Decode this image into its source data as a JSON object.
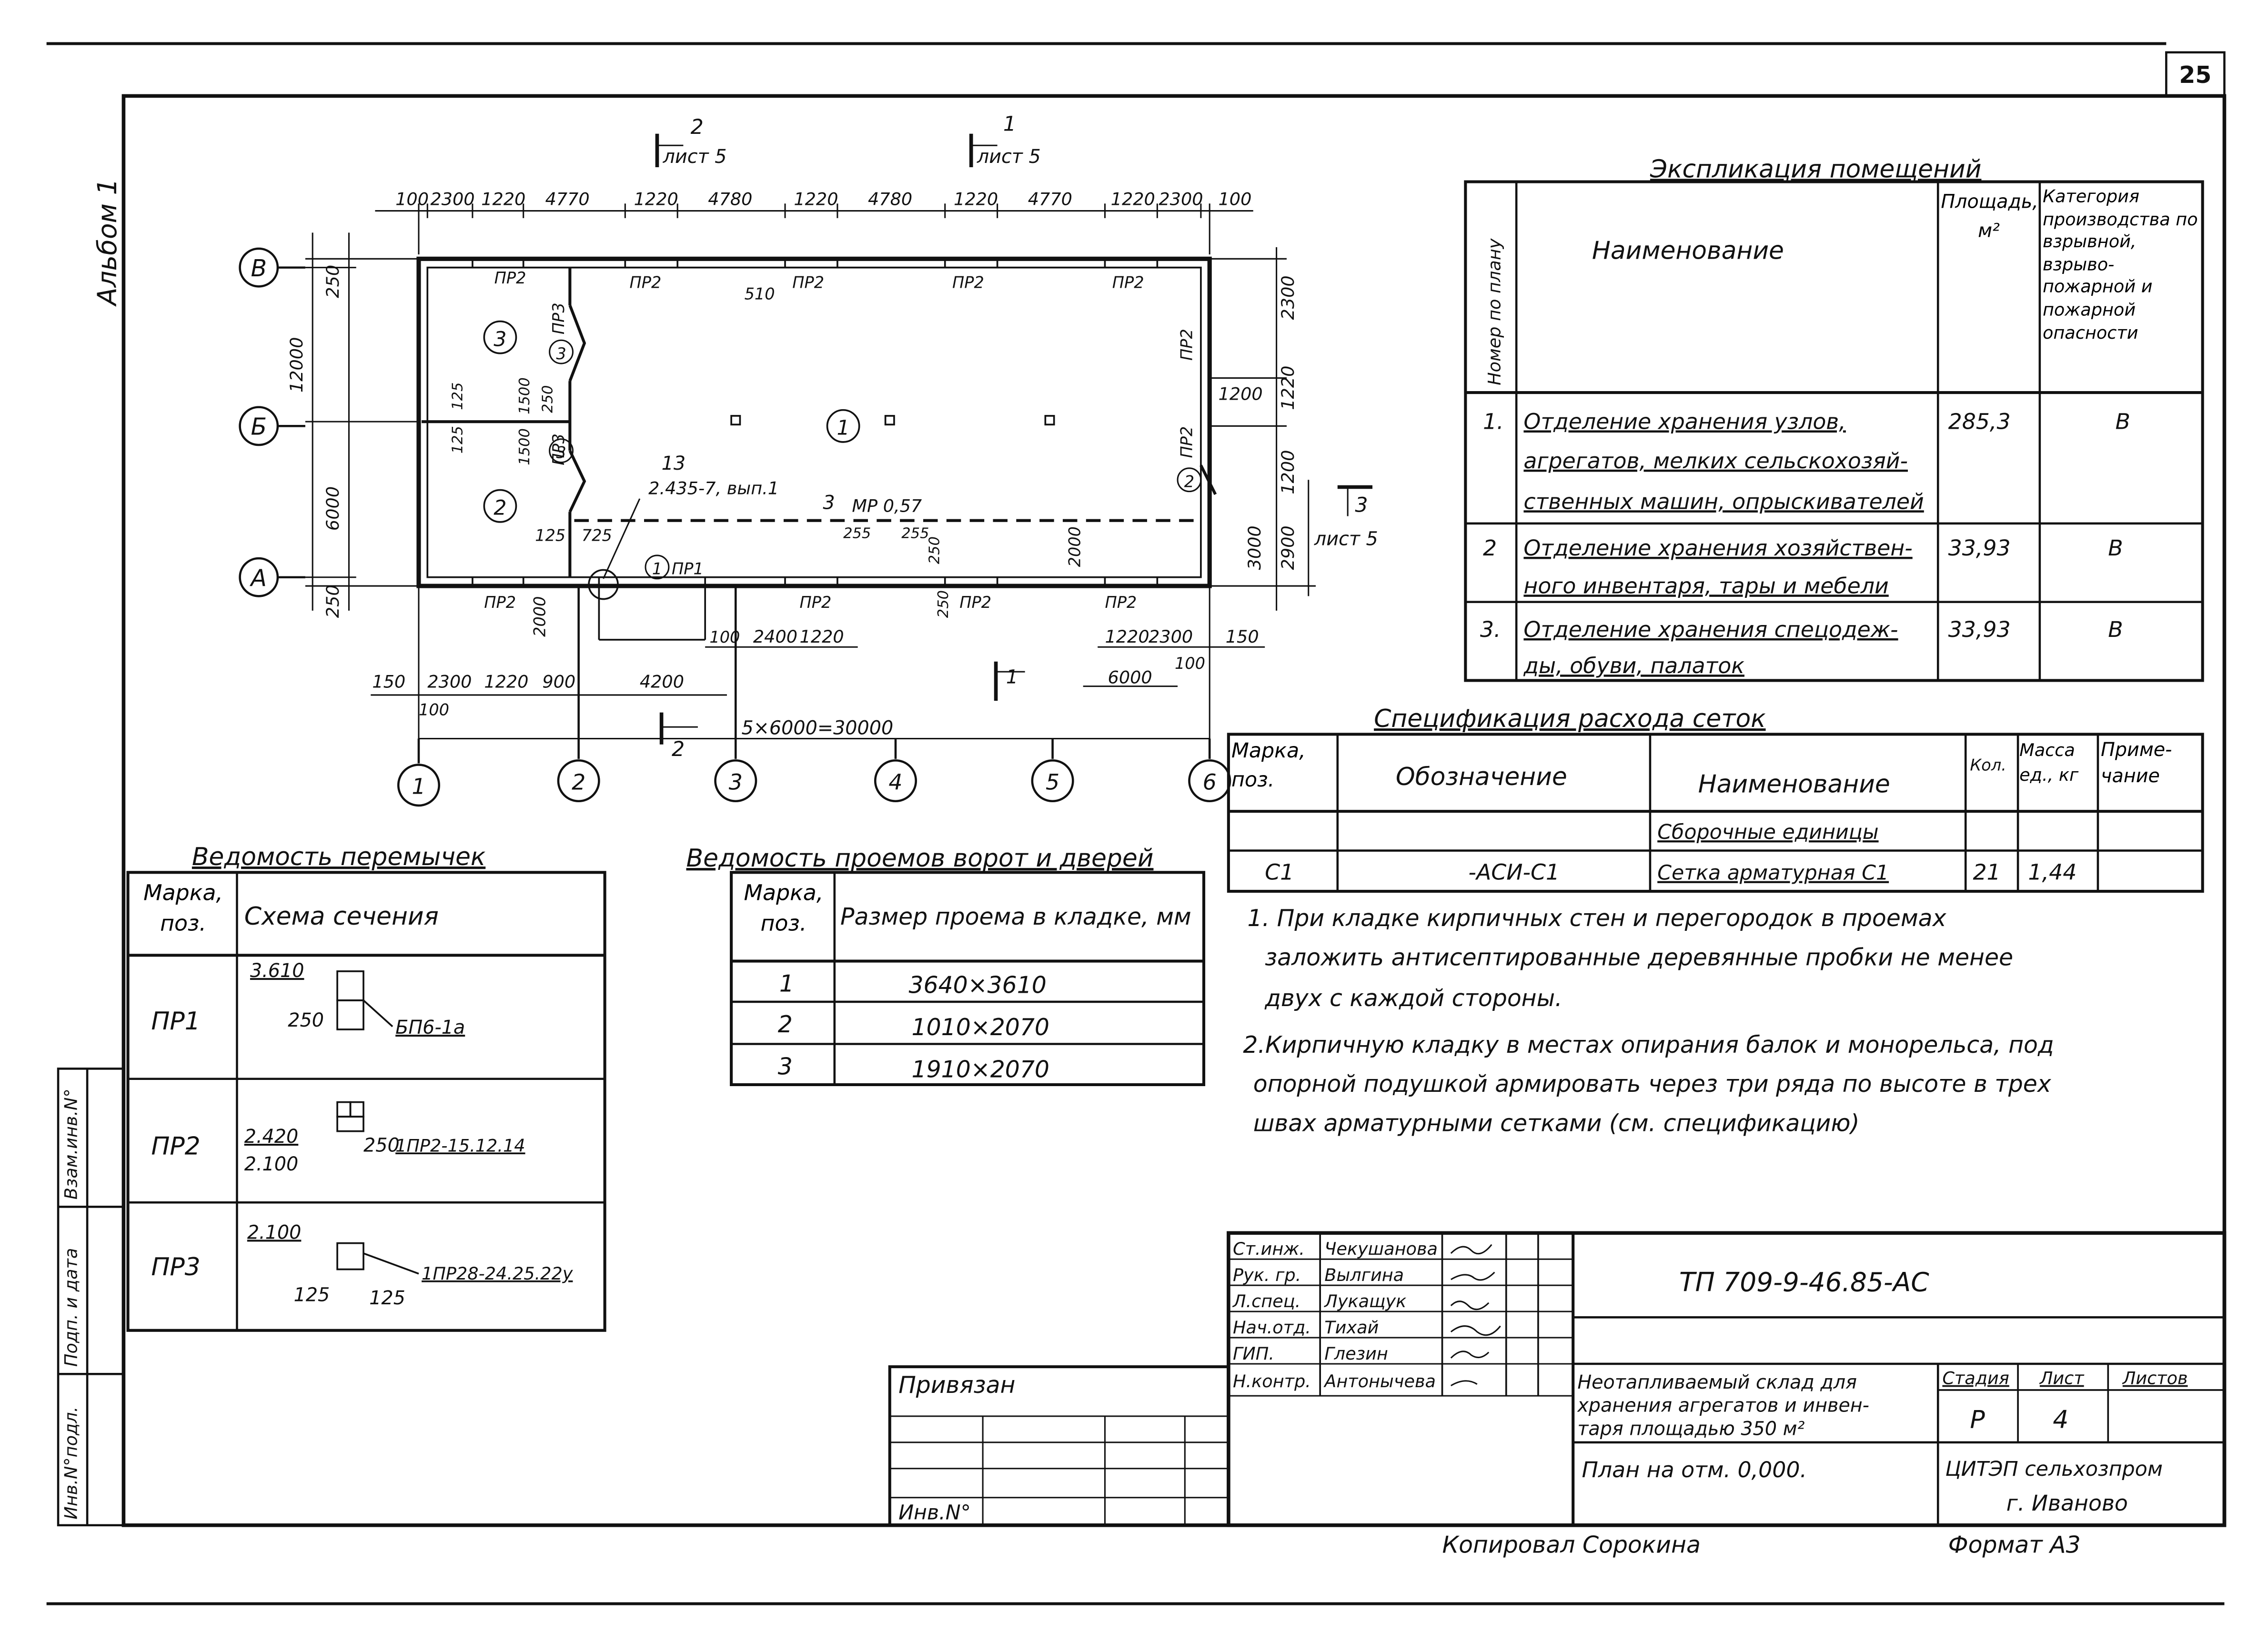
{
  "page_number": "25",
  "album": "Альбом 1",
  "section_markers": {
    "sec2": {
      "num": "2",
      "sheet": "лист 5"
    },
    "sec1": {
      "num": "1",
      "sheet": "лист 5"
    },
    "sec3": {
      "num": "3",
      "sheet": "лист 5"
    },
    "sec1_plan": "1",
    "sec2_plan": "2"
  },
  "plan": {
    "top_dims": [
      "100",
      "2300",
      "1220",
      "4770",
      "1220",
      "4780",
      "1220",
      "4780",
      "1220",
      "4770",
      "1220",
      "2300",
      "100"
    ],
    "bottom_dims_a": [
      "150",
      "2300",
      "1220",
      "900",
      "4200"
    ],
    "bottom_dims_b": [
      "1220",
      "2300",
      "150",
      "100"
    ],
    "bottom_dims_c": [
      "100",
      "2400",
      "1220"
    ],
    "dim_6000": "6000",
    "dim_100b": "100",
    "axis_span": "5×6000=30000",
    "left_dims": [
      "250",
      "12000",
      "6000",
      "250"
    ],
    "right_dims": [
      "2300",
      "1220",
      "1200",
      "1200",
      "2900",
      "3000"
    ],
    "axes_rows": [
      "В",
      "Б",
      "А"
    ],
    "axes_cols": [
      "1",
      "2",
      "3",
      "4",
      "5",
      "6"
    ],
    "room_nums": [
      "1",
      "2",
      "3"
    ],
    "door_nums": [
      "3",
      "3",
      "2",
      "1"
    ],
    "lintel_label": "ПР2",
    "lintel_label1": "ПР1",
    "lintel_label3": "ПР3",
    "small_dims": [
      "510",
      "125",
      "1500",
      "250",
      "125",
      "1500",
      "125",
      "725",
      "255",
      "255",
      "250",
      "2000",
      "2000",
      "250"
    ],
    "note_ref_num": "13",
    "note_ref": "2.435-7, вып.1",
    "mp_label": "МР 0,57",
    "mp_num": "3"
  },
  "explication": {
    "title": "Экспликация помещений",
    "headers": [
      "Номер по плану",
      "Наименование",
      "Площадь, м²",
      "Категория производства по взрывной, взрыво-пожарной и пожарной опасности"
    ],
    "rows": [
      {
        "num": "1.",
        "name": [
          "Отделение хранения узлов,",
          "агрегатов, мелких сельскохозяй-",
          "ственных машин, опрыскивателей"
        ],
        "area": "285,3",
        "cat": "В"
      },
      {
        "num": "2",
        "name": [
          "Отделение хранения хозяйствен-",
          "ного инвентаря, тары и мебели"
        ],
        "area": "33,93",
        "cat": "В"
      },
      {
        "num": "3.",
        "name": [
          "Отделение хранения спецодеж-",
          "ды, обуви, палаток"
        ],
        "area": "33,93",
        "cat": "В"
      }
    ]
  },
  "mesh_spec": {
    "title": "Спецификация расхода сеток",
    "headers": [
      "Марка, поз.",
      "Обозначение",
      "Наименование",
      "Кол.",
      "Масса ед., кг",
      "Приме-чание"
    ],
    "group": "Сборочные единицы",
    "row": {
      "mark": "С1",
      "code": "-АСИ-С1",
      "name": "Сетка арматурная С1",
      "qty": "21",
      "mass": "1,44",
      "note": ""
    }
  },
  "notes": [
    "1. При кладке кирпичных стен и перегородок в проемах",
    "заложить антисептированные деревянные пробки не менее",
    "двух с каждой стороны.",
    "2.Кирпичную кладку в местах опирания балок и монорельса, под",
    "опорной подушкой армировать через три ряда по высоте в трех",
    "швах арматурными сетками (см. спецификацию)"
  ],
  "lintels": {
    "title": "Ведомость перемычек",
    "headers": [
      "Марка, поз.",
      "Схема сечения"
    ],
    "rows": [
      {
        "mark": "ПР1",
        "dims": [
          "3.610",
          "250"
        ],
        "code": "БП6-1а"
      },
      {
        "mark": "ПР2",
        "dims": [
          "2.420",
          "2.100",
          "250"
        ],
        "code": "1ПР2-15.12.14"
      },
      {
        "mark": "ПР3",
        "dims": [
          "2.100",
          "125",
          "125"
        ],
        "code": "1ПР28-24.25.22у"
      }
    ]
  },
  "openings": {
    "title": "Ведомость проемов ворот и дверей",
    "headers": [
      "Марка, поз.",
      "Размер проема в кладке, мм"
    ],
    "rows": [
      {
        "mark": "1",
        "size": "3640×3610"
      },
      {
        "mark": "2",
        "size": "1010×2070"
      },
      {
        "mark": "3",
        "size": "1910×2070"
      }
    ]
  },
  "stamp": {
    "signers": [
      {
        "role": "Ст.инж.",
        "name": "Чекушанова"
      },
      {
        "role": "Рук. гр.",
        "name": "Вылгина"
      },
      {
        "role": "Л.спец.",
        "name": "Лукащук"
      },
      {
        "role": "Нач.отд.",
        "name": "Тихай"
      },
      {
        "role": "ГИП.",
        "name": "Глезин"
      },
      {
        "role": "Н.контр.",
        "name": "Антонычева"
      }
    ],
    "code": "ТП 709-9-46.85-АС",
    "title": [
      "Неотапливаемый склад для",
      "хранения агрегатов и инвен-",
      "таря площадью 350 м²"
    ],
    "sheet_title": "План на отм. 0,000.",
    "stage_h": "Стадия",
    "sheet_h": "Лист",
    "sheets_h": "Листов",
    "stage": "Р",
    "sheet": "4",
    "org": [
      "ЦИТЭП сельхозпром",
      "г. Иваново"
    ],
    "bound": "Привязан",
    "inv": "Инв.N°",
    "copied": "Копировал Сорокина",
    "format": "Формат А3"
  },
  "side_stamp": [
    "Взам.инв.N°",
    "Подп. и дата",
    "Инв.N°подл."
  ]
}
